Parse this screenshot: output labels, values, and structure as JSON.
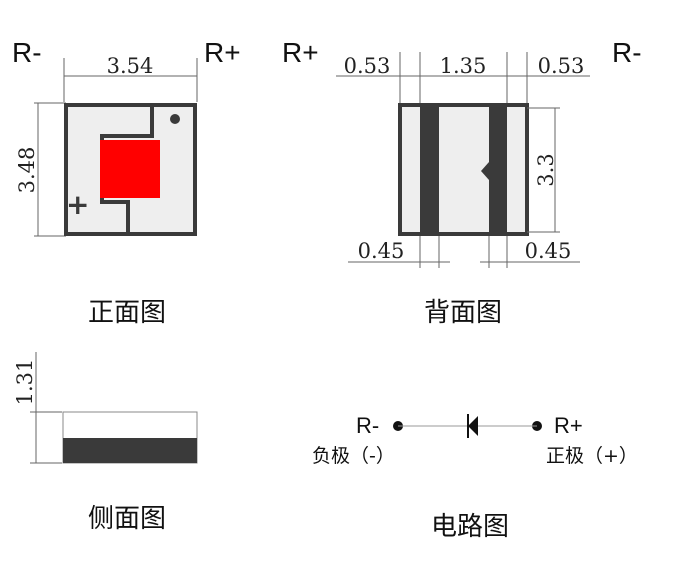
{
  "front": {
    "left_label": "R-",
    "right_label": "R+",
    "width_dim": "3.54",
    "height_dim": "3.48",
    "plus_mark": "+",
    "caption": "正面图"
  },
  "back": {
    "left_label": "R+",
    "right_label": "R-",
    "top_dims": [
      "0.53",
      "1.35",
      "0.53"
    ],
    "bottom_dims": [
      "0.45",
      "0.45"
    ],
    "height_dim": "3.3",
    "caption": "背面图"
  },
  "side": {
    "height_dim": "1.31",
    "caption": "侧面图"
  },
  "circuit": {
    "left_label": "R-",
    "right_label": "R+",
    "left_polarity": "负极（-）",
    "right_polarity": "正极（+）",
    "caption": "电路图"
  },
  "colors": {
    "pad": "#3a3a3a",
    "chip": "#ff0000",
    "body": "#eeeeee"
  }
}
